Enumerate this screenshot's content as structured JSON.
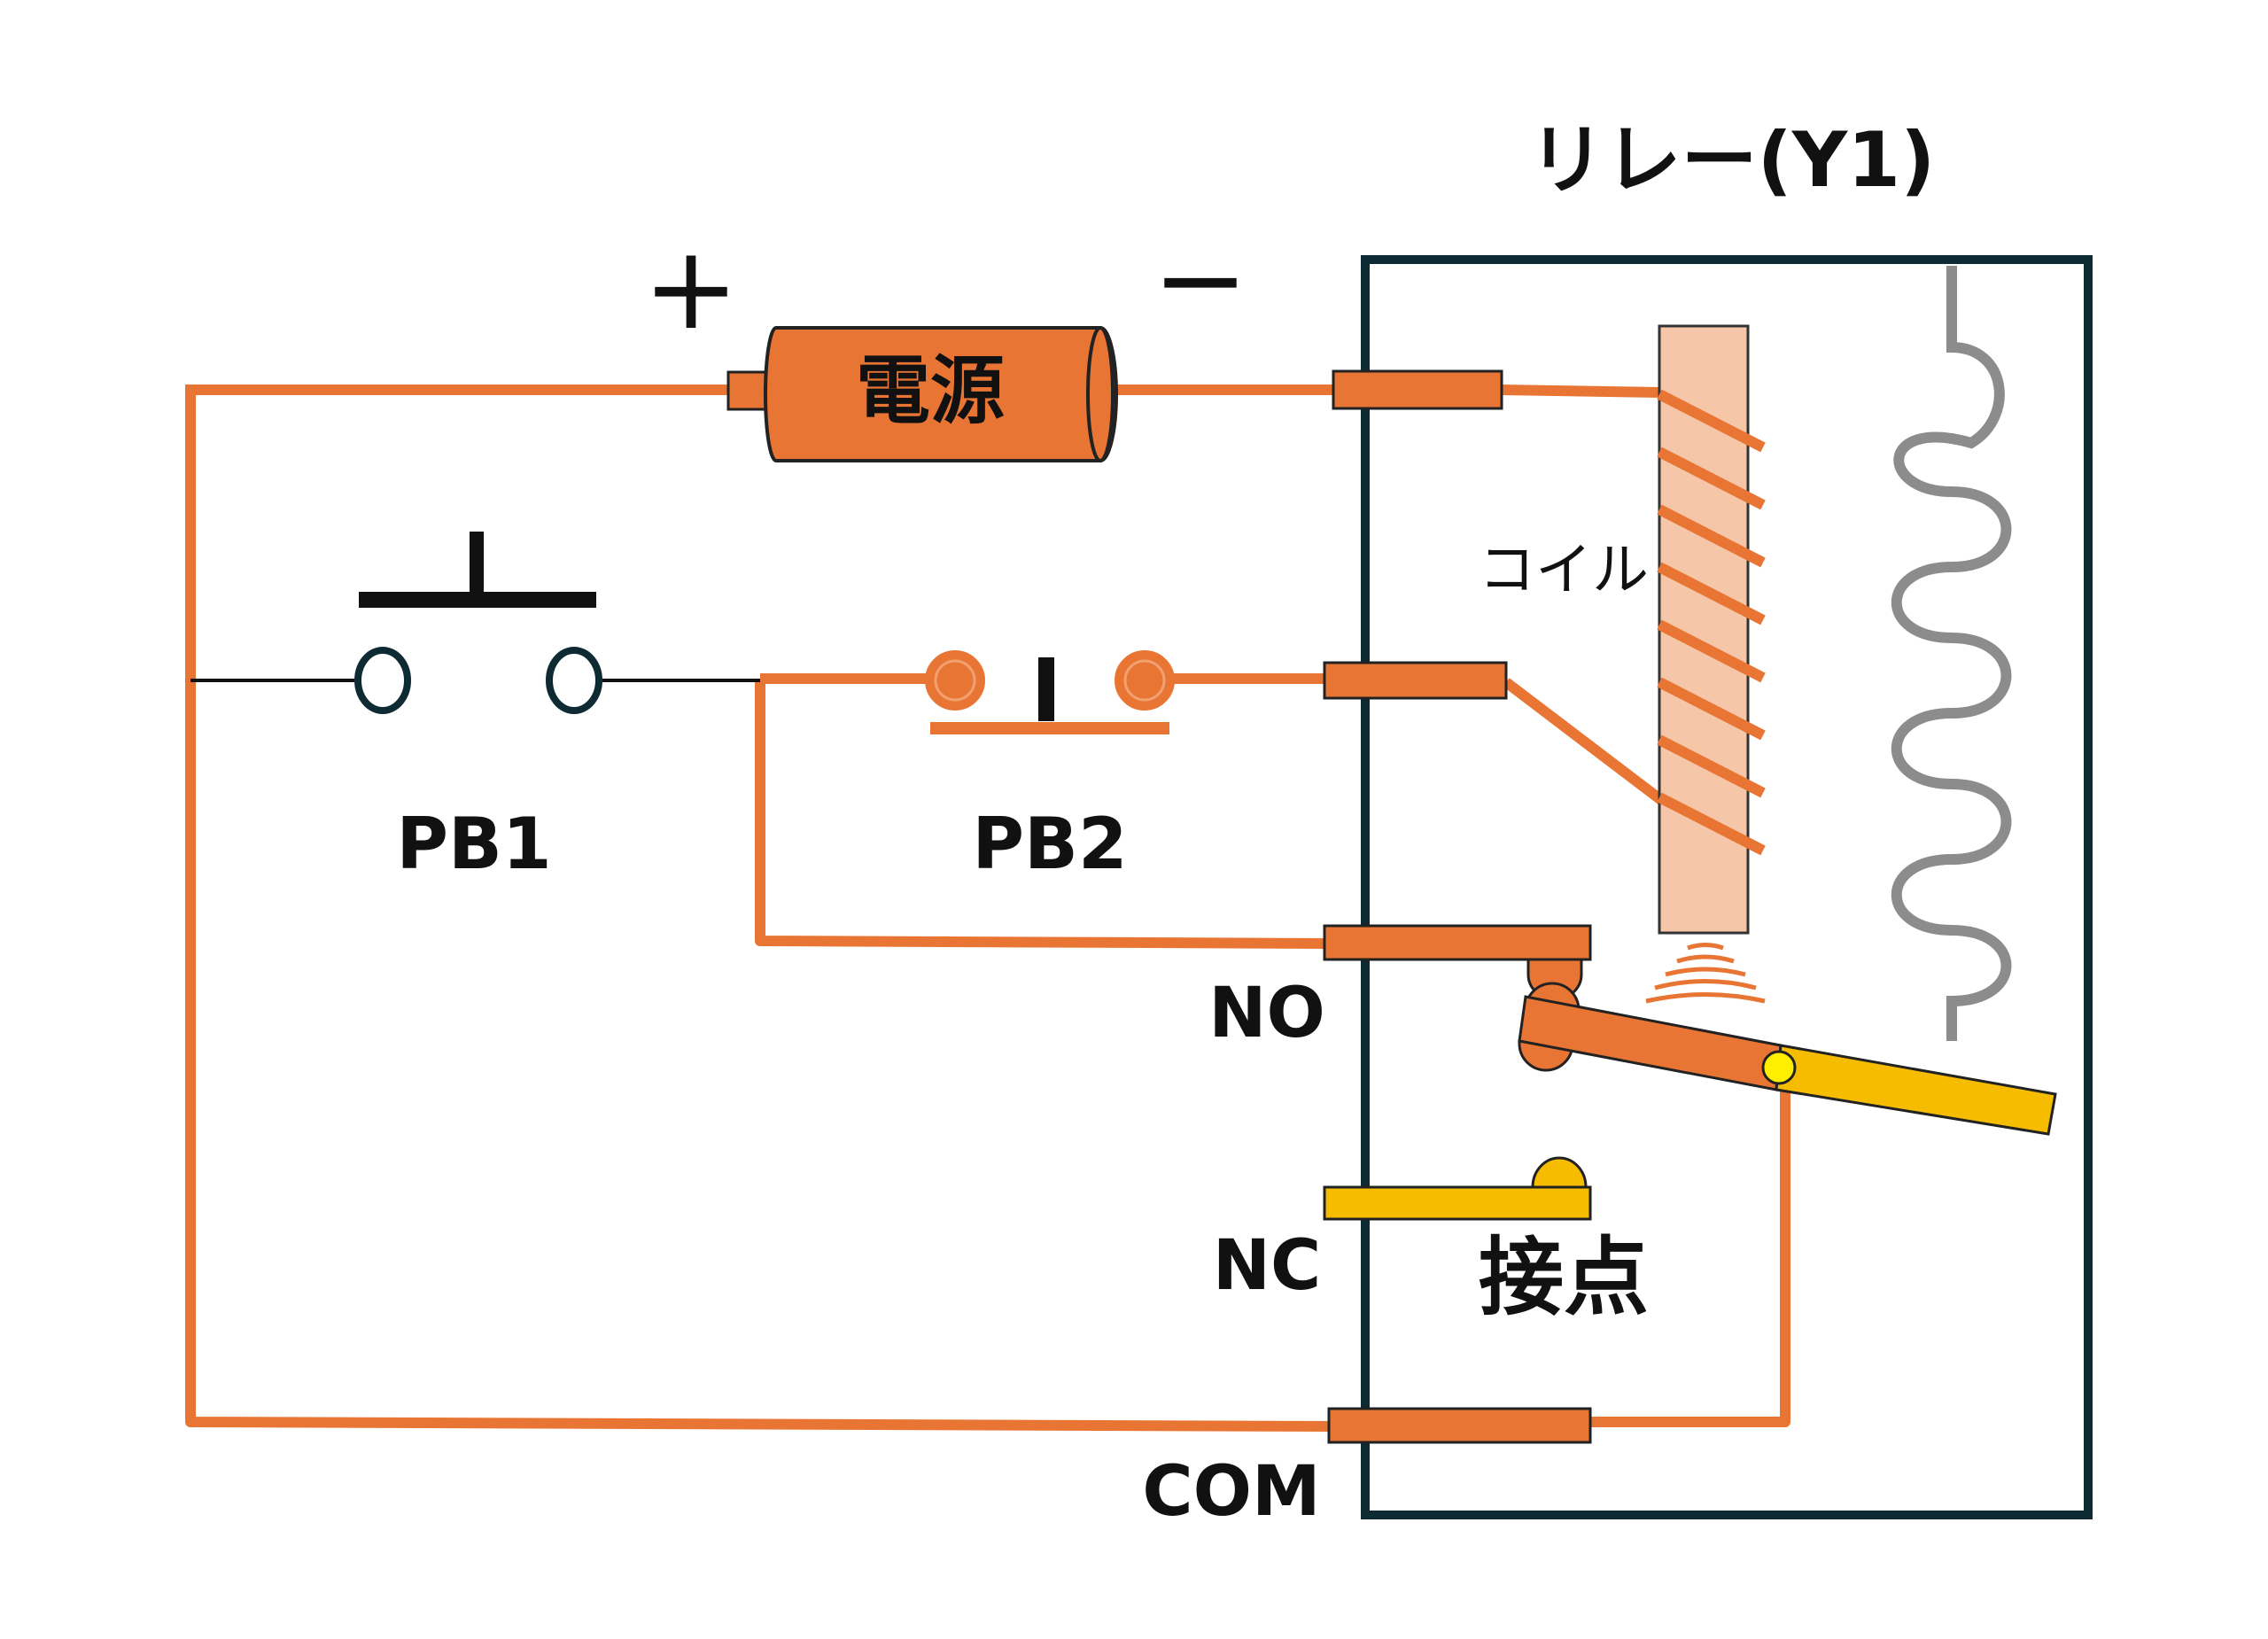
{
  "relay": {
    "title": "リレー(Y1)"
  },
  "power": {
    "label": "電源",
    "plus": "+",
    "minus": "−"
  },
  "switches": {
    "pb1": "PB1",
    "pb2": "PB2"
  },
  "parts": {
    "coil": "コイル",
    "contact": "接点"
  },
  "terminals": {
    "no": "NO",
    "nc": "NC",
    "com": "COM"
  },
  "colors": {
    "wire": "#e87533",
    "frame": "#0e2a33",
    "core": "#f5c6a8",
    "spring": "#8c8c8c",
    "nc_contact": "#f6bc00",
    "black_wire": "#111111"
  }
}
